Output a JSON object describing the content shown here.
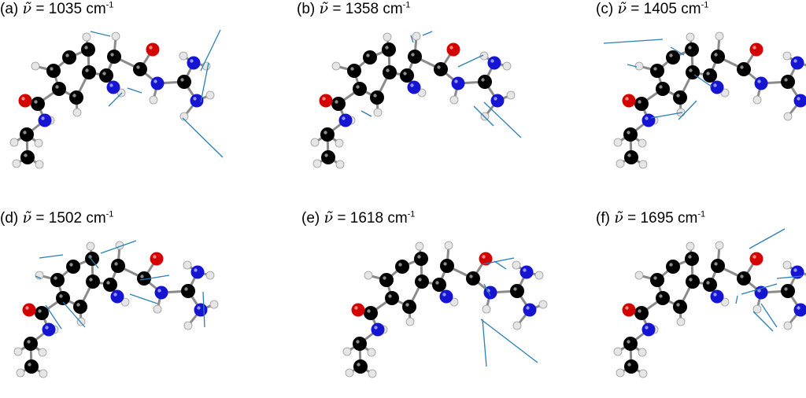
{
  "colors": {
    "carbon": "#000000",
    "nitrogen": "#1414d2",
    "oxygen": "#d40000",
    "hydrogen": "#e6e6e6",
    "bond": "#8a8a8a",
    "displacement": "#2a7fb4"
  },
  "panels": [
    {
      "id": "a",
      "tag": "(a)",
      "symbol": "ν̃",
      "eq": "=",
      "value": "1035",
      "unit": "cm",
      "exp": "-1"
    },
    {
      "id": "b",
      "tag": "(b)",
      "symbol": "ν̃",
      "eq": "=",
      "value": "1358",
      "unit": "cm",
      "exp": "-1"
    },
    {
      "id": "c",
      "tag": "(c)",
      "symbol": "ν̃",
      "eq": "=",
      "value": "1405",
      "unit": "cm",
      "exp": "-1"
    },
    {
      "id": "d",
      "tag": "(d)",
      "symbol": "ν̃",
      "eq": "=",
      "value": "1502",
      "unit": "cm",
      "exp": "-1"
    },
    {
      "id": "e",
      "tag": "(e)",
      "symbol": "ν̃",
      "eq": "=",
      "value": "1618",
      "unit": "cm",
      "exp": "-1"
    },
    {
      "id": "f",
      "tag": "(f)",
      "symbol": "ν̃",
      "eq": "=",
      "value": "1695",
      "unit": "cm",
      "exp": "-1"
    }
  ]
}
